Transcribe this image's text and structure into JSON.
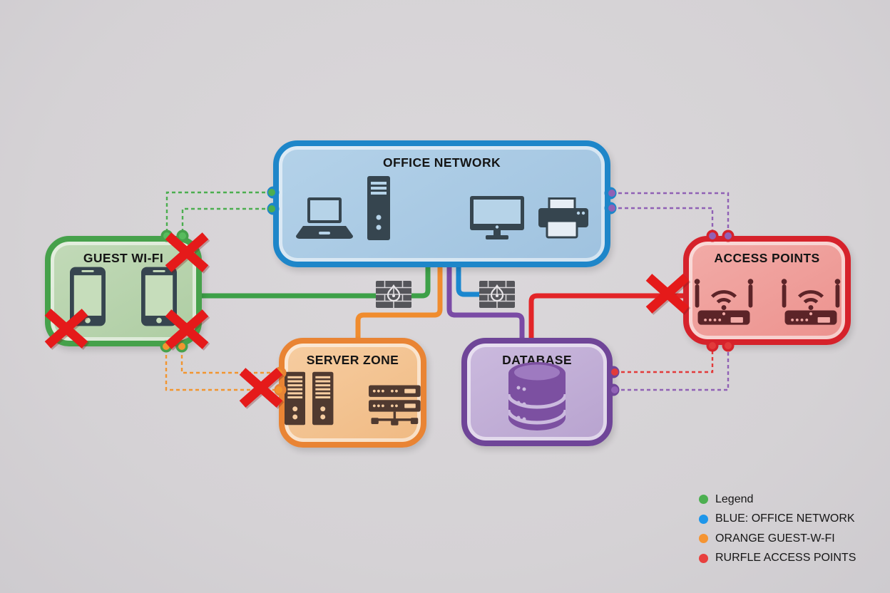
{
  "background_color": "#d7d4d7",
  "nodes": {
    "office_network": {
      "label": "OFFICE NETWORK",
      "border_color": "#1e86c9",
      "fill_color": "#a9c9e4",
      "icons": [
        "laptop-icon",
        "desktop-tower-icon",
        "monitor-icon",
        "printer-icon"
      ]
    },
    "guest_wifi": {
      "label": "GUEST WI-FI",
      "border_color": "#46a14b",
      "fill_color": "#b7d2ac",
      "icons": [
        "smartphone-icon",
        "smartphone-icon"
      ]
    },
    "access_points": {
      "label": "ACCESS POINTS",
      "border_color": "#d6222b",
      "fill_color": "#ee9e9a",
      "icons": [
        "wireless-router-icon",
        "wireless-router-icon"
      ]
    },
    "server_zone": {
      "label": "SERVER ZONE",
      "border_color": "#e98434",
      "fill_color": "#f3c392",
      "icons": [
        "server-tower-icon",
        "server-tower-icon",
        "rack-switch-icon"
      ]
    },
    "database": {
      "label": "DATABASE",
      "border_color": "#6f4598",
      "fill_color": "#c1aed6",
      "icons": [
        "database-icon"
      ]
    }
  },
  "firewalls": {
    "count": 2,
    "icon": "firewall-icon",
    "color": "#55555a"
  },
  "connections": [
    {
      "from": "office_network",
      "to": "guest_wifi",
      "style": "dashed",
      "color": "#4cae50",
      "count": 2,
      "blocked": true
    },
    {
      "from": "guest_wifi",
      "to": "office_network",
      "style": "solid",
      "color": "#3da048",
      "via": "firewall"
    },
    {
      "from": "office_network",
      "to": "server_zone",
      "style": "solid",
      "color": "#f08c2e"
    },
    {
      "from": "office_network",
      "to": "database",
      "style": "solid",
      "color": "#7a4ba5"
    },
    {
      "from": "office_network",
      "to": "firewall",
      "style": "solid",
      "color": "#1b87cf"
    },
    {
      "from": "access_points",
      "to": "database",
      "style": "solid",
      "color": "#e32528",
      "blocked": true
    },
    {
      "from": "office_network",
      "to": "access_points",
      "style": "dashed",
      "color": "#9061b5",
      "count": 2
    },
    {
      "from": "guest_wifi",
      "to": "server_zone",
      "style": "dashed",
      "color": "#f2952f",
      "count": 2,
      "blocked": true
    },
    {
      "from": "database",
      "to": "access_points",
      "style": "dashed",
      "color": "#e23b3b"
    },
    {
      "from": "database",
      "to": "access_points",
      "style": "dashed",
      "color": "#9061b5"
    }
  ],
  "blocked_x_marks": {
    "count": 5,
    "color": "#e51a1a",
    "locations": [
      "guest-wifi-top-right",
      "guest-wifi-bottom-left",
      "guest-wifi-bottom-right",
      "server-zone-left-link",
      "access-points-left-link"
    ]
  },
  "legend": {
    "items": [
      {
        "label": "Legend",
        "color": "#4caf50"
      },
      {
        "label": "BLUE: OFFICE NETWORK",
        "color": "#1e96ea"
      },
      {
        "label": "ORANGE GUEST-W-FI",
        "color": "#f59432"
      },
      {
        "label": "RURFLE ACCESS POINTS",
        "color": "#e8403e"
      }
    ]
  }
}
